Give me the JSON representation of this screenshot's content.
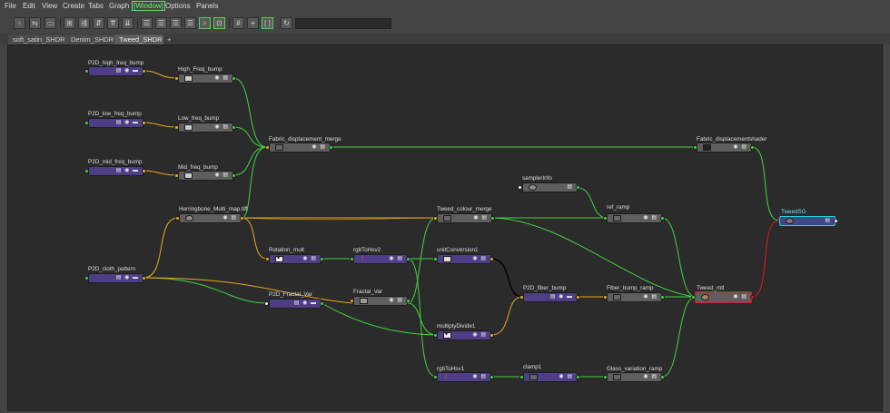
{
  "menu": [
    "File",
    "Edit",
    "View",
    "Create",
    "Tabs",
    "Graph",
    "[Window]",
    "Options",
    "Panels"
  ],
  "toolbar": {
    "buttons": [
      "open-icon",
      "load-icon",
      "save-icon",
      "grid-icon",
      "layout-icon",
      "arrange-icon",
      "up-stream-icon",
      "down-stream-icon",
      "list-icon",
      "table-icon",
      "table-alt-icon",
      "zoom-icon",
      "frame-icon",
      "grid-snap-icon",
      "pin-icon",
      "bracket-icon",
      "refresh-icon"
    ],
    "search_value": ""
  },
  "tabs": [
    "soft_satin_SHDR",
    "Denim_SHDR",
    "Tweed_SHDR",
    "+"
  ],
  "active_tab": "Tweed_SHDR",
  "nodes": {
    "p2d_high": "P2D_high_freq_bump",
    "high_freq": "High_Freq_bump",
    "p2d_low": "P2D_low_freq_bump",
    "low_freq": "Low_freq_bump",
    "p2d_mid": "P2D_mid_freq_bump",
    "mid_freq": "Mid_freq_bump",
    "fabric_merge": "Fabric_displacement_merge",
    "fabric_shader": "Fabric_displacementshader",
    "sampler_info": "samplerInfo",
    "herringbone": "Herringbone_Multi_map.tiff",
    "tweed_colour": "Tweed_colour_merge",
    "ref_ramp": "ref_ramp",
    "tweed_sg": "TweedSG",
    "rotation_mult": "Rotation_mult",
    "rgb_to_hsv2": "rgbToHsv2",
    "unit_conversion": "unitConversion1",
    "p2d_cloth": "P2D_cloth_pattern",
    "p2d_fractal": "P2D_Fractal_Var",
    "fractal_var": "Fractal_Var",
    "p2d_fiber": "P2D_fiber_bump",
    "fiber_ramp": "Fiber_bump_ramp",
    "tweed_mtl": "Tweed_mtl",
    "multiply_divide": "multiplyDivide1",
    "rgb_to_hsv1": "rgbToHsv1",
    "clamp1": "clamp1",
    "glass_ramp": "Glass_variation_ramp"
  },
  "colors": {
    "node_purple": "#4e3e86",
    "node_gray": "#5e5e5e",
    "wire_green": "#43d243",
    "wire_yellow": "#e9a820",
    "wire_red": "#e01b1b",
    "wire_black": "#000000",
    "selected_cyan": "#2fd0d0"
  }
}
